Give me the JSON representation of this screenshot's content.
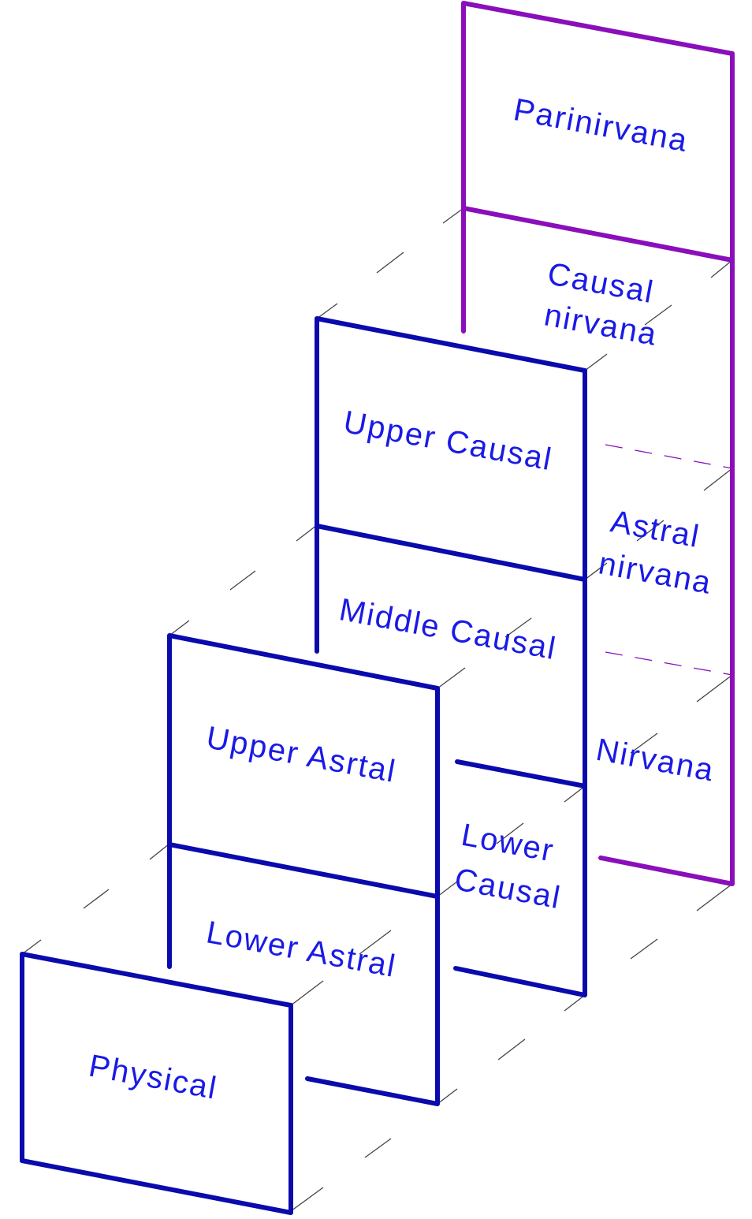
{
  "colors": {
    "blue": "#0a0aad",
    "purple": "#8a0fba",
    "guide": "#444444",
    "label": "#1a1ae6"
  },
  "labels": {
    "parinirvana": "Parinirvana",
    "causal_nirvana_1": "Causal",
    "causal_nirvana_2": "nirvana",
    "astral_nirvana_1": "Astral",
    "astral_nirvana_2": "nirvana",
    "nirvana": "Nirvana",
    "upper_causal": "Upper Causal",
    "middle_causal": "Middle Causal",
    "lower_causal_1": "Lower",
    "lower_causal_2": "Causal",
    "upper_astral": "Upper Asrtal",
    "lower_astral": "Lower Astral",
    "physical": "Physical"
  }
}
